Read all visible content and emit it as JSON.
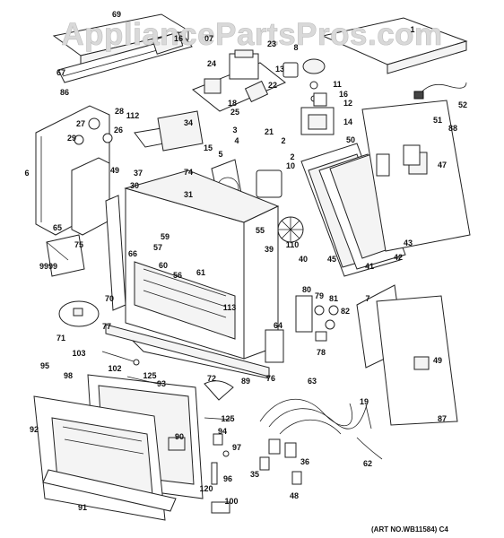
{
  "watermark": "AppliancePartsPros.com",
  "art_number": "(ART NO.WB11584)  C4",
  "callouts": [
    "69",
    "16",
    "07",
    "23",
    "8",
    "1",
    "67",
    "24",
    "13",
    "86",
    "22",
    "11",
    "16",
    "12",
    "14",
    "28",
    "112",
    "34",
    "27",
    "29",
    "26",
    "18",
    "25",
    "21",
    "5",
    "2",
    "50",
    "88",
    "47",
    "52",
    "51",
    "3",
    "4",
    "2",
    "10",
    "15",
    "6",
    "49",
    "37",
    "74",
    "31",
    "30",
    "65",
    "55",
    "39",
    "110",
    "43",
    "59",
    "42",
    "75",
    "57",
    "60",
    "61",
    "56",
    "66",
    "41",
    "40",
    "45",
    "9999",
    "80",
    "79",
    "81",
    "82",
    "7",
    "70",
    "113",
    "64",
    "71",
    "77",
    "78",
    "103",
    "102",
    "125",
    "76",
    "72",
    "95",
    "98",
    "93",
    "89",
    "49",
    "87",
    "63",
    "19",
    "125",
    "92",
    "94",
    "97",
    "90",
    "36",
    "62",
    "35",
    "120",
    "96",
    "91",
    "48",
    "100"
  ]
}
